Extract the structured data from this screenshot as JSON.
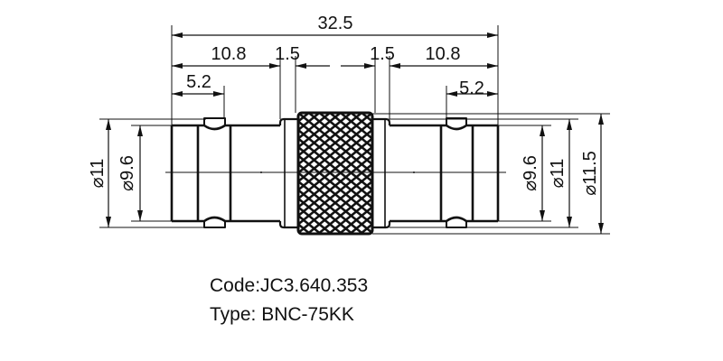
{
  "drawing": {
    "title": "BNC female-female coupler technical drawing",
    "units": "mm",
    "line_color": "#111111",
    "background": "#ffffff",
    "dimensions": {
      "overall_length": "32.5",
      "left_body_length": "10.8",
      "right_body_length": "10.8",
      "left_flange_width": "1.5",
      "right_flange_width": "1.5",
      "left_bayonet_offset": "5.2",
      "right_bayonet_offset": "5.2",
      "left_outer_diameter": "⌀11",
      "left_inner_diameter": "⌀9.6",
      "right_inner_diameter": "⌀9.6",
      "right_outer_diameter": "⌀11",
      "nut_diameter": "⌀11.5"
    }
  },
  "caption": {
    "code_label": "Code:JC3.640.353",
    "type_label": "Type: BNC-75KK"
  }
}
